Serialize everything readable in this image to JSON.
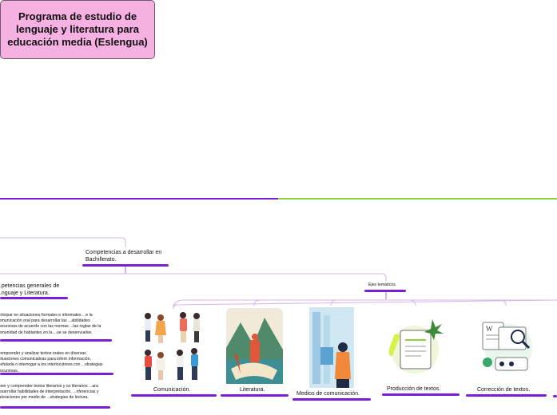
{
  "central_topic": "Programa de estudio de lenguaje y literatura para educación media (Eslengua)",
  "branches": {
    "competencias": "Competencias a desarrollar en Bachillerato.",
    "competencias_generales": {
      "title": "...petencias generales de ...nguaje y Literatura.",
      "items": [
        "...rticipar en situaciones formales e informales ...e la comunicación oral para desarrollar las ...abilidades discursivas de acuerdo con las normas ...las reglas de la comunidad de hablantes en la ...ue se desenvuelve.",
        "...omprender y analizar textos orales en diversas ...ituaciones comunicativas para inferir información, ...efutarla o interrogar a los interlocutores con ...strategias discursivas.",
        "...eer y comprender textos literarios y no literarios ...ara desarrollar habilidades de interpretación, ...nferencias y valoraciones por medio de ...strategias de lectura."
      ]
    },
    "ejes": {
      "title": "Ejes temáticos.",
      "items": [
        "Comunicación.",
        "Literatura.",
        "Medios de comunicación.",
        "Producción de textos.",
        "Corrección de textos."
      ]
    }
  },
  "colors": {
    "central_fill": "#f6b1e3",
    "left_branch": "#7a1fd6",
    "right_branch": "#8fd13f",
    "connector": "#d7b6ef"
  }
}
